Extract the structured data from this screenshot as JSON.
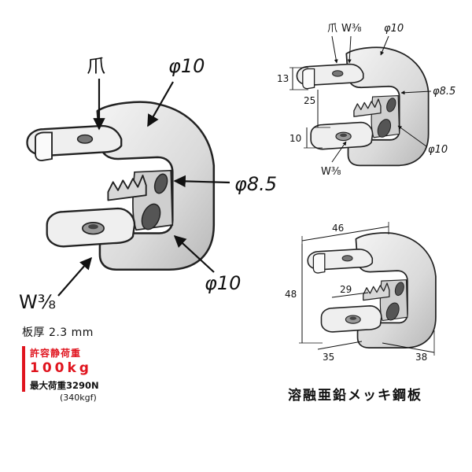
{
  "labels": {
    "main_claw": "爪",
    "main_phi10_top": "φ10",
    "main_phi85": "φ8.5",
    "main_phi10_bottom": "φ10",
    "main_w38": "W⅜",
    "top_claw": "爪",
    "top_w38_top": "W⅜",
    "top_phi10_top": "φ10",
    "top_dim_13": "13",
    "top_dim_25": "25",
    "top_dim_10": "10",
    "top_phi85": "φ8.5",
    "top_phi10_bottom": "φ10",
    "top_w38_bottom": "W⅜",
    "bot_dim_46": "46",
    "bot_dim_48": "48",
    "bot_dim_29": "29",
    "bot_dim_35": "35",
    "bot_dim_38": "38"
  },
  "spec": {
    "thickness": "板厚 2.3 mm",
    "allowable_load_label": "許容静荷重",
    "allowable_load_value": "100kg",
    "max_load": "最大荷重3290N",
    "max_load_kgf": "(340kgf)"
  },
  "material": "溶融亜鉛メッキ鋼板",
  "colors": {
    "metal": "#e4e4e4",
    "metal_shade": "#bdbdbd",
    "outline": "#222222",
    "accent_red": "#e0141e"
  }
}
